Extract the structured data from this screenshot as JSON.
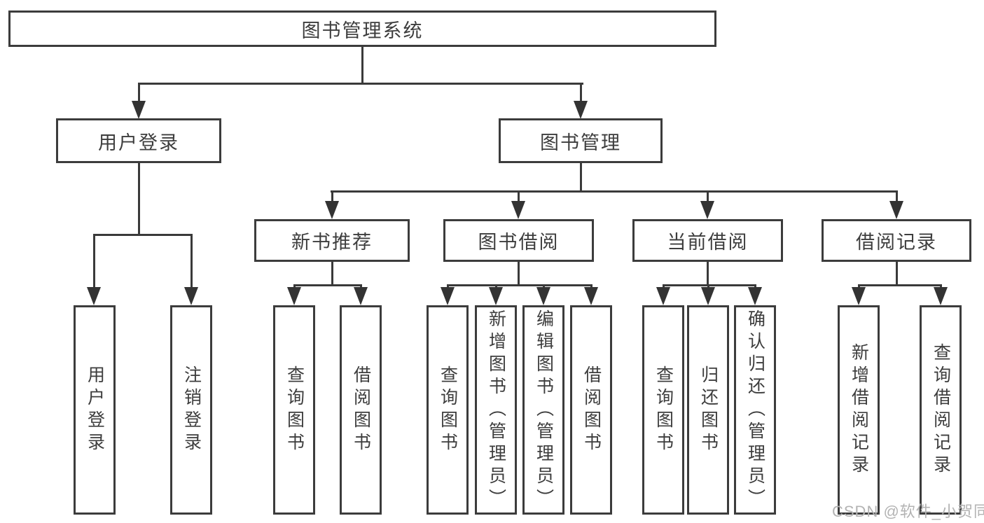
{
  "diagram": {
    "root_label": "图书管理系统",
    "level1": [
      "用户登录",
      "图书管理"
    ],
    "level2": [
      "新书推荐",
      "图书借阅",
      "当前借阅",
      "借阅记录"
    ],
    "leaves_user_login": [
      "用户登录",
      "注销登录"
    ],
    "leaves_new_book": [
      "查询图书",
      "借阅图书"
    ],
    "leaves_book_borrow": [
      "查询图书",
      "新增图书（管理员）",
      "编辑图书（管理员）",
      "借阅图书"
    ],
    "leaves_current_borrow": [
      "查询图书",
      "归还图书",
      "确认归还（管理员）"
    ],
    "leaves_borrow_record": [
      "新增借阅记录",
      "查询借阅记录"
    ]
  },
  "watermark": "CSDN @软件_小贺同学",
  "colors": {
    "line": "#3a3a3a",
    "border": "#3c3c3c",
    "text": "#3d3d3d",
    "watermark": "#b3b3b3",
    "background": "#ffffff"
  }
}
